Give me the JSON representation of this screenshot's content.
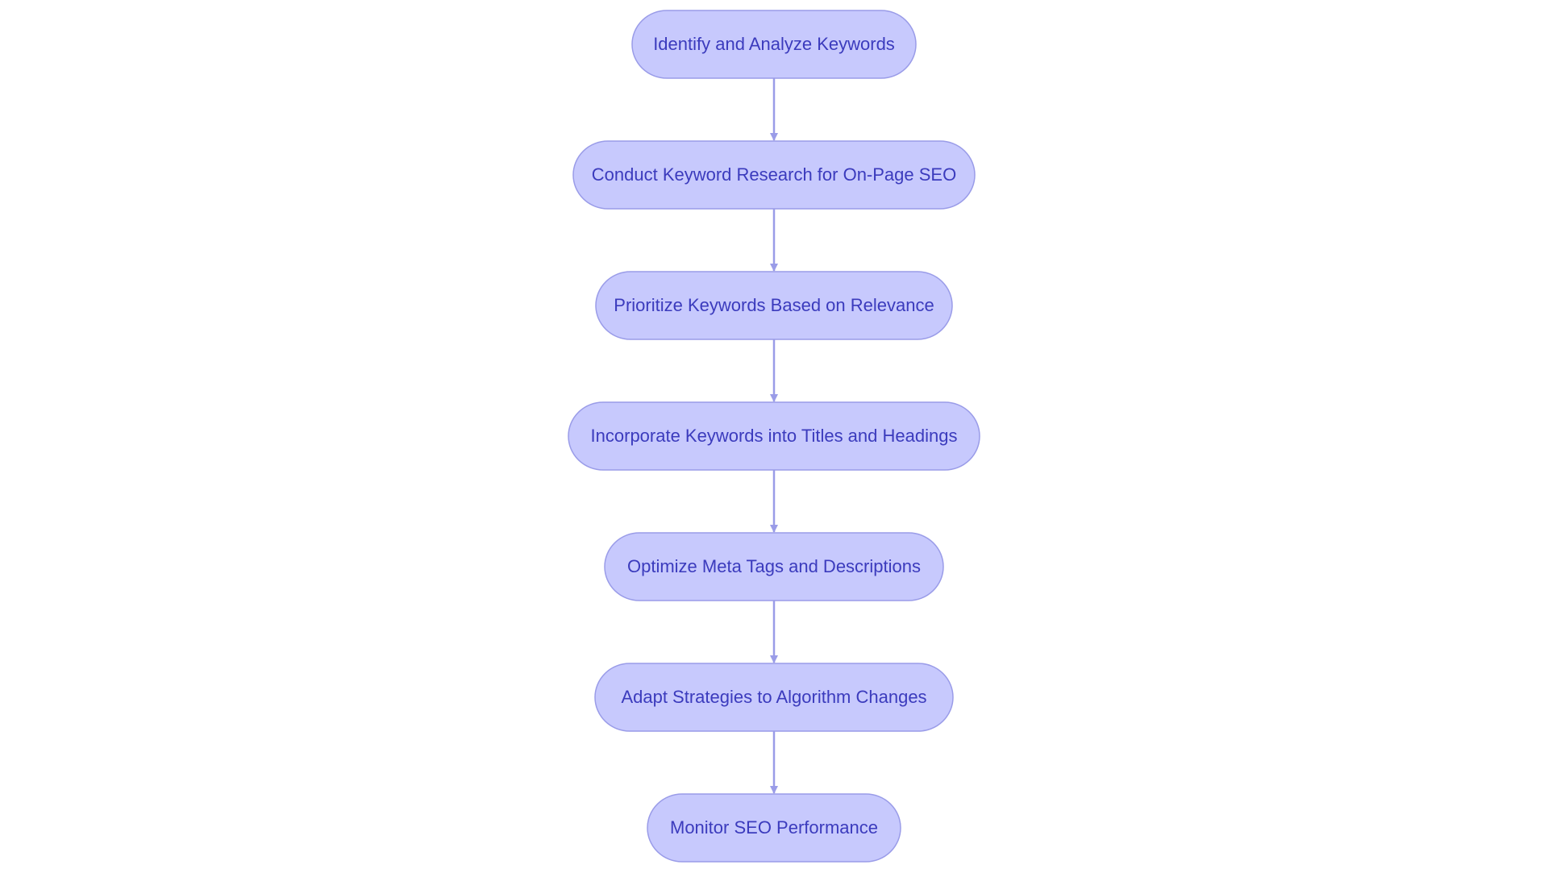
{
  "colors": {
    "background": "#ffffff",
    "node_fill": "#c7c9fd",
    "node_stroke": "#9a9ce8",
    "node_text": "#3b3bbd",
    "edge": "#9a9ce8"
  },
  "flowchart": {
    "nodes": [
      {
        "id": "n1",
        "label": "Identify and Analyze Keywords"
      },
      {
        "id": "n2",
        "label": "Conduct Keyword Research for On-Page SEO"
      },
      {
        "id": "n3",
        "label": "Prioritize Keywords Based on Relevance"
      },
      {
        "id": "n4",
        "label": "Incorporate Keywords into Titles and Headings"
      },
      {
        "id": "n5",
        "label": "Optimize Meta Tags and Descriptions"
      },
      {
        "id": "n6",
        "label": "Adapt Strategies to Algorithm Changes"
      },
      {
        "id": "n7",
        "label": "Monitor SEO Performance"
      }
    ],
    "edges": [
      {
        "from": "n1",
        "to": "n2"
      },
      {
        "from": "n2",
        "to": "n3"
      },
      {
        "from": "n3",
        "to": "n4"
      },
      {
        "from": "n4",
        "to": "n5"
      },
      {
        "from": "n5",
        "to": "n6"
      },
      {
        "from": "n6",
        "to": "n7"
      }
    ]
  }
}
